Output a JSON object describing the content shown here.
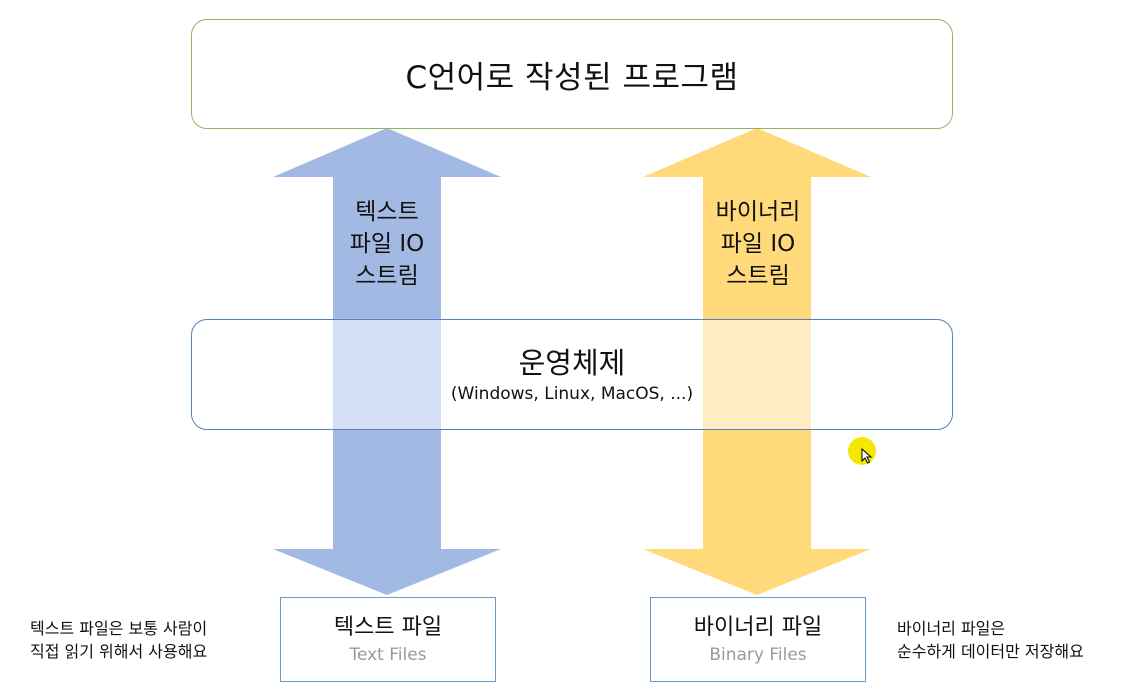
{
  "program": {
    "title": "C언어로 작성된 프로그램"
  },
  "os": {
    "title": "운영체제",
    "subtitle": "(Windows, Linux, MacOS, ...)"
  },
  "streams": {
    "text": {
      "lines": [
        "텍스트",
        "파일 IO",
        "스트림"
      ],
      "color": "#a2b9e4"
    },
    "binary": {
      "lines": [
        "바이너리",
        "파일 IO",
        "스트림"
      ],
      "color": "#ffd97a"
    }
  },
  "files": {
    "text": {
      "title": "텍스트 파일",
      "subtitle": "Text Files"
    },
    "binary": {
      "title": "바이너리 파일",
      "subtitle": "Binary Files"
    }
  },
  "notes": {
    "text": [
      "텍스트 파일은 보통 사람이",
      "직접 읽기 위해서 사용해요"
    ],
    "binary": [
      "바이너리 파일은",
      "순수하게 데이터만 저장해요"
    ]
  },
  "colors": {
    "program_border": "#8fb466",
    "os_border": "#5b7fc0",
    "file_border": "#6f9ac8",
    "cursor_highlight": "#f5e700"
  }
}
